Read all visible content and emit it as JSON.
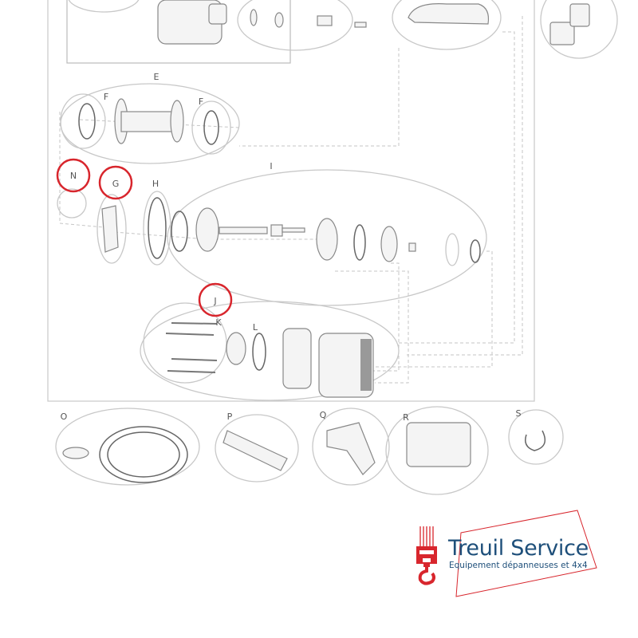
{
  "diagram": {
    "labels": {
      "E": "E",
      "F1": "F",
      "F2": "F",
      "N": "N",
      "G": "G",
      "H": "H",
      "I": "I",
      "J": "J",
      "K": "K",
      "L": "L",
      "O": "O",
      "P": "P",
      "Q": "Q",
      "R": "R",
      "S": "S"
    },
    "highlighted": [
      "N",
      "G",
      "J"
    ],
    "highlight_color": "#d8262d"
  },
  "logo": {
    "title": "Treuil Service",
    "subtitle": "Equipement dépanneuses et 4x4",
    "brand_color": "#1e4f7a",
    "accent_color": "#d8262d"
  }
}
